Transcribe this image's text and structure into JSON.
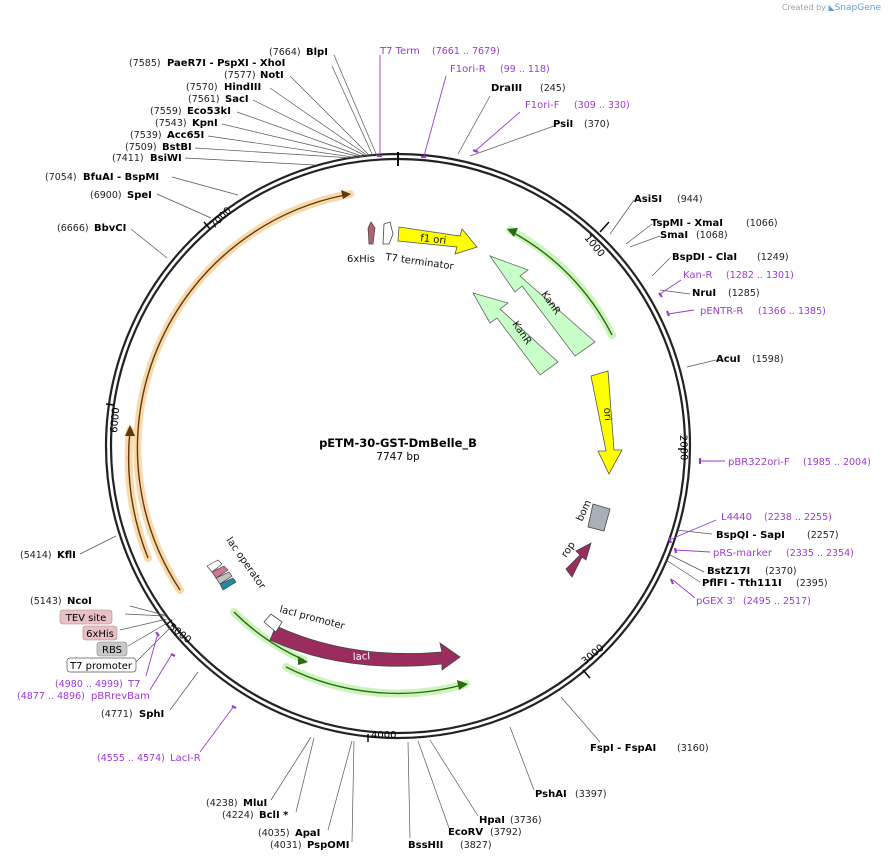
{
  "header": {
    "credit_text": "Created by",
    "brand": "SnapGene"
  },
  "map": {
    "name": "pETM-30-GST-DmBelle_B",
    "length_label": "7747 bp",
    "ticks": [
      "1000",
      "2000",
      "3000",
      "4000",
      "5000",
      "6000",
      "7000"
    ]
  },
  "enzymes": [
    {
      "name": "BlpI",
      "pos": "(7664)"
    },
    {
      "name": "PaeR7I   - PspXI   - XhoI",
      "pos": "(7585)"
    },
    {
      "name": "NotI",
      "pos": "(7577)"
    },
    {
      "name": "HindIII",
      "pos": "(7570)"
    },
    {
      "name": "SacI",
      "pos": "(7561)"
    },
    {
      "name": "Eco53kI",
      "pos": "(7559)"
    },
    {
      "name": "KpnI",
      "pos": "(7543)"
    },
    {
      "name": "Acc65I",
      "pos": "(7539)"
    },
    {
      "name": "BstBI",
      "pos": "(7509)"
    },
    {
      "name": "BsiWI",
      "pos": "(7411)"
    },
    {
      "name": "BfuAI   - BspMI",
      "pos": "(7054)"
    },
    {
      "name": "SpeI",
      "pos": "(6900)"
    },
    {
      "name": "BbvCI",
      "pos": "(6666)"
    },
    {
      "name": "KflI",
      "pos": "(5414)"
    },
    {
      "name": "NcoI",
      "pos": "(5143)"
    },
    {
      "name": "SphI",
      "pos": "(4771)"
    },
    {
      "name": "MluI",
      "pos": "(4238)"
    },
    {
      "name": "BclI *",
      "pos": "(4224)"
    },
    {
      "name": "ApaI",
      "pos": "(4035)"
    },
    {
      "name": "PspOMI",
      "pos": "(4031)"
    },
    {
      "name": "BssHII",
      "pos": "(3827)"
    },
    {
      "name": "EcoRV",
      "pos": "(3792)"
    },
    {
      "name": "HpaI",
      "pos": "(3736)"
    },
    {
      "name": "PshAI",
      "pos": "(3397)"
    },
    {
      "name": "FspI   - FspAI",
      "pos": "(3160)"
    },
    {
      "name": "PflFI   - Tth111I",
      "pos": "(2395)"
    },
    {
      "name": "BstZ17I",
      "pos": "(2370)"
    },
    {
      "name": "BspQI   - SapI",
      "pos": "(2257)"
    },
    {
      "name": "AcuI",
      "pos": "(1598)"
    },
    {
      "name": "NruI",
      "pos": "(1285)"
    },
    {
      "name": "BspDI   - ClaI",
      "pos": "(1249)"
    },
    {
      "name": "SmaI",
      "pos": "(1068)"
    },
    {
      "name": "TspMI   - XmaI",
      "pos": "(1066)"
    },
    {
      "name": "AsiSI",
      "pos": "(944)"
    },
    {
      "name": "PsiI",
      "pos": "(370)"
    },
    {
      "name": "DraIII",
      "pos": "(245)"
    }
  ],
  "primers": [
    {
      "name": "T7 Term",
      "range": "(7661 .. 7679)"
    },
    {
      "name": "F1ori-R",
      "range": "(99 .. 118)"
    },
    {
      "name": "F1ori-F",
      "range": "(309 .. 330)"
    },
    {
      "name": "Kan-R",
      "range": "(1282 .. 1301)"
    },
    {
      "name": "pENTR-R",
      "range": "(1366 .. 1385)"
    },
    {
      "name": "pBR322ori-F",
      "range": "(1985 .. 2004)"
    },
    {
      "name": "L4440",
      "range": "(2238 .. 2255)"
    },
    {
      "name": "pRS-marker",
      "range": "(2335 .. 2354)"
    },
    {
      "name": "pGEX 3'",
      "range": "(2495 .. 2517)"
    },
    {
      "name": "LacI-R",
      "range": "(4555 .. 4574)"
    },
    {
      "name": "T7",
      "range": "(4980 .. 4999)"
    },
    {
      "name": "pBRrevBam",
      "range": "(4877 .. 4896)"
    }
  ],
  "boxed_features": [
    {
      "name": "TEV site",
      "fill": "#e9c0c8"
    },
    {
      "name": "6xHis",
      "fill": "#e9c0c8"
    },
    {
      "name": "RBS",
      "fill": "#c8c8c8"
    },
    {
      "name": "T7 promoter",
      "fill": "#ffffff"
    }
  ],
  "features": [
    {
      "name": "f1 ori",
      "color": "#ffff00"
    },
    {
      "name": "KanR",
      "color": "#c8ffc8"
    },
    {
      "name": "KanR",
      "color": "#c8ffc8"
    },
    {
      "name": "ori",
      "color": "#ffff00"
    },
    {
      "name": "bom",
      "color": "#aab0b8"
    },
    {
      "name": "rop",
      "color": "#9b2c5e"
    },
    {
      "name": "lacI",
      "color": "#9b2c5e"
    },
    {
      "name": "lacI promoter",
      "color": "#ffffff"
    },
    {
      "name": "lac operator",
      "color": "#ffffff"
    },
    {
      "name": "6xHis",
      "color": "#b06070"
    },
    {
      "name": "T7 terminator",
      "color": "#ffffff"
    }
  ]
}
